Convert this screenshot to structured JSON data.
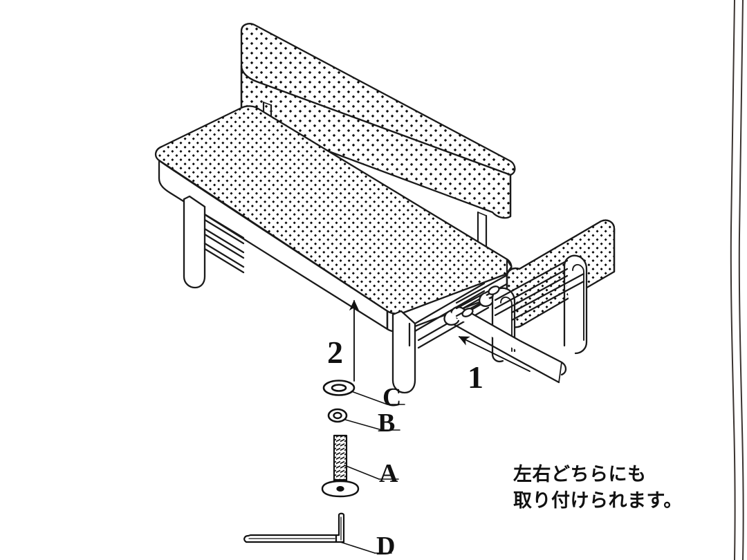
{
  "document": {
    "kind": "assembly-instruction-diagram",
    "subject": "bench-with-backrest-armrest-attachment"
  },
  "steps": [
    {
      "id": "step-1",
      "number": "1",
      "meaning": "slide armrest frame onto bench side rail"
    },
    {
      "id": "step-2",
      "number": "2",
      "meaning": "insert bolt upward through washers into leg bracket"
    }
  ],
  "parts": [
    {
      "id": "part-a",
      "letter": "A",
      "description": "hex-socket flat head bolt"
    },
    {
      "id": "part-b",
      "letter": "B",
      "description": "small spring washer"
    },
    {
      "id": "part-c",
      "letter": "C",
      "description": "large flat washer"
    },
    {
      "id": "part-d",
      "letter": "D",
      "description": "L-shaped hex key wrench"
    }
  ],
  "note": {
    "line1": "左右どちらにも",
    "line2": "取り付けられます。",
    "text": "左右どちらにも\n取り付けられます。"
  },
  "colors": {
    "ink": "#111111",
    "line": "#1a1a1a",
    "paper": "#ffffff",
    "texture_dot": "#000000"
  }
}
